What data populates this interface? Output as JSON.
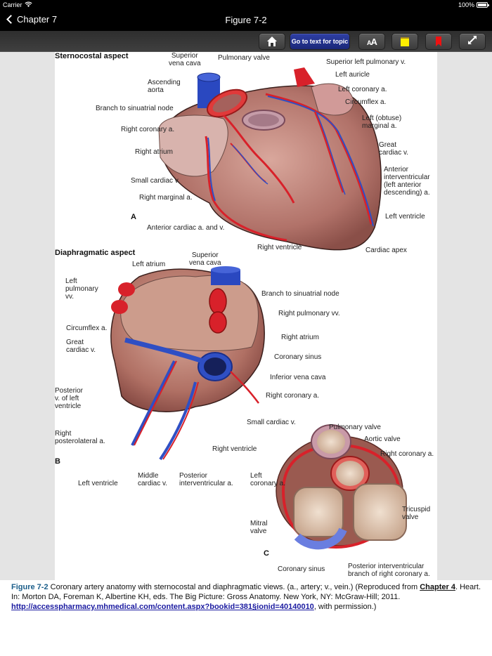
{
  "status_bar": {
    "carrier": "Carrier",
    "wifi_icon": "wifi-icon",
    "battery_percent": "100%"
  },
  "nav": {
    "back_label": "Chapter 7",
    "title": "Figure 7-2"
  },
  "toolbar": {
    "home_icon": "home-icon",
    "goto_label": "Go to text for topic",
    "font_size_label_small": "A",
    "font_size_label_large": "A",
    "note_icon": "sticky-note-icon",
    "bookmark_icon": "bookmark-icon",
    "expand_icon": "expand-icon"
  },
  "figure": {
    "panel_a": {
      "heading": "Sternocostal aspect",
      "letter": "A",
      "labels": {
        "svc": "Superior\nvena cava",
        "pulmonary_valve": "Pulmonary valve",
        "sup_left_pulm": "Superior left pulmonary v.",
        "left_auricle": "Left auricle",
        "ascending_aorta": "Ascending\naorta",
        "left_coronary": "Left coronary a.",
        "sa_node": "Branch to sinuatrial node",
        "circumflex": "Circumflex a.",
        "right_coronary": "Right coronary a.",
        "left_obtuse": "Left (obtuse)\nmarginal a.",
        "right_atrium": "Right atrium",
        "great_cardiac": "Great\ncardiac v.",
        "anterior_iv": "Anterior\ninterventricular\n(left anterior\ndescending) a.",
        "small_cardiac": "Small cardiac v.",
        "right_marginal": "Right marginal a.",
        "left_ventricle": "Left ventricle",
        "anterior_cardiac": "Anterior cardiac a. and v.",
        "right_ventricle": "Right ventricle",
        "cardiac_apex": "Cardiac apex"
      }
    },
    "panel_b": {
      "heading": "Diaphragmatic aspect",
      "letter": "B",
      "labels": {
        "left_atrium": "Left atrium",
        "svc": "Superior\nvena cava",
        "left_pulm_vv": "Left\npulmonary\nvv.",
        "sa_node": "Branch to sinuatrial node",
        "right_pulm_vv": "Right pulmonary vv.",
        "circumflex": "Circumflex a.",
        "right_atrium": "Right atrium",
        "great_cardiac": "Great\ncardiac v.",
        "coronary_sinus": "Coronary sinus",
        "ivc": "Inferior vena cava",
        "posterior_v_lv": "Posterior\nv. of left\nventricle",
        "right_coronary": "Right coronary a.",
        "small_cardiac": "Small cardiac v.",
        "right_posterolateral": "Right\nposterolateral a.",
        "right_ventricle": "Right ventricle",
        "left_ventricle": "Left ventricle",
        "middle_cardiac": "Middle\ncardiac v.",
        "posterior_iv": "Posterior\ninterventricular a."
      }
    },
    "panel_c": {
      "letter": "C",
      "labels": {
        "pulmonary_valve": "Pulmonary valve",
        "aortic_valve": "Aortic valve",
        "right_coronary": "Right coronary a.",
        "left_coronary": "Left\ncoronary a.",
        "tricuspid": "Tricuspid\nvalve",
        "mitral": "Mitral\nvalve",
        "coronary_sinus": "Coronary sinus",
        "posterior_iv_branch": "Posterior interventricular\nbranch of right coronary a."
      }
    }
  },
  "caption": {
    "fig_id": "Figure 7-2",
    "text_1": " Coronary artery anatomy with sternocostal and diaphragmatic views. (a., artery; v., vein.) (Reproduced from ",
    "chapter_link": "Chapter 4",
    "text_2": ". Heart. In: Morton DA, Foreman K, Albertine KH, eds. The Big Picture: Gross Anatomy. New York, NY: McGraw-Hill; 2011. ",
    "url": "http://accesspharmacy.mhmedical.com/content.aspx?bookid=381&sectionid=40140010",
    "url_display": "http://accesspharmacy.mhmedical.com/content.aspx?bookid=381§ionid=40140010",
    "text_3": ", with permission.)"
  },
  "colors": {
    "artery": "#d8212a",
    "vein": "#2f4fc4",
    "heart": "#b5776e",
    "toolbar_accent": "#24339a",
    "caption_fig": "#1b5e8a",
    "link": "#1a1aa0"
  }
}
